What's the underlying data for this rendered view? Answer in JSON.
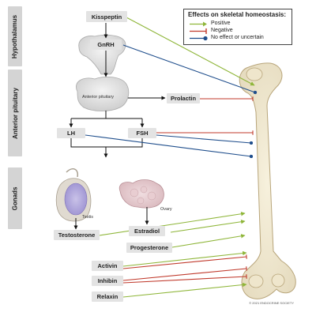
{
  "sections": {
    "hypothalamus": "Hypothalamus",
    "anterior_pituitary": "Anterior pituitary",
    "gonads": "Gonads"
  },
  "nodes": {
    "kisspeptin": "Kisspeptin",
    "gnrh": "GnRH",
    "prolactin": "Prolactin",
    "lh": "LH",
    "fsh": "FSH",
    "testosterone": "Testosterone",
    "estradiol": "Estradiol",
    "progesterone": "Progesterone",
    "activin": "Activin",
    "inhibin": "Inhibin",
    "relaxin": "Relaxin"
  },
  "organ_labels": {
    "anterior_pituitary": "Anterior pituitary",
    "testis": "Testis",
    "ovary": "Ovary"
  },
  "legend": {
    "title": "Effects on skeletal homeostasis:",
    "items": [
      {
        "label": "Positive",
        "kind": "positive",
        "color": "#8fb63a"
      },
      {
        "label": "Negative",
        "kind": "negative",
        "color": "#c0392b"
      },
      {
        "label": "No effect or uncertain",
        "kind": "uncertain",
        "color": "#1f4e8c"
      }
    ]
  },
  "copyright": "© 2021 ENDOCRINE SOCIETY"
}
